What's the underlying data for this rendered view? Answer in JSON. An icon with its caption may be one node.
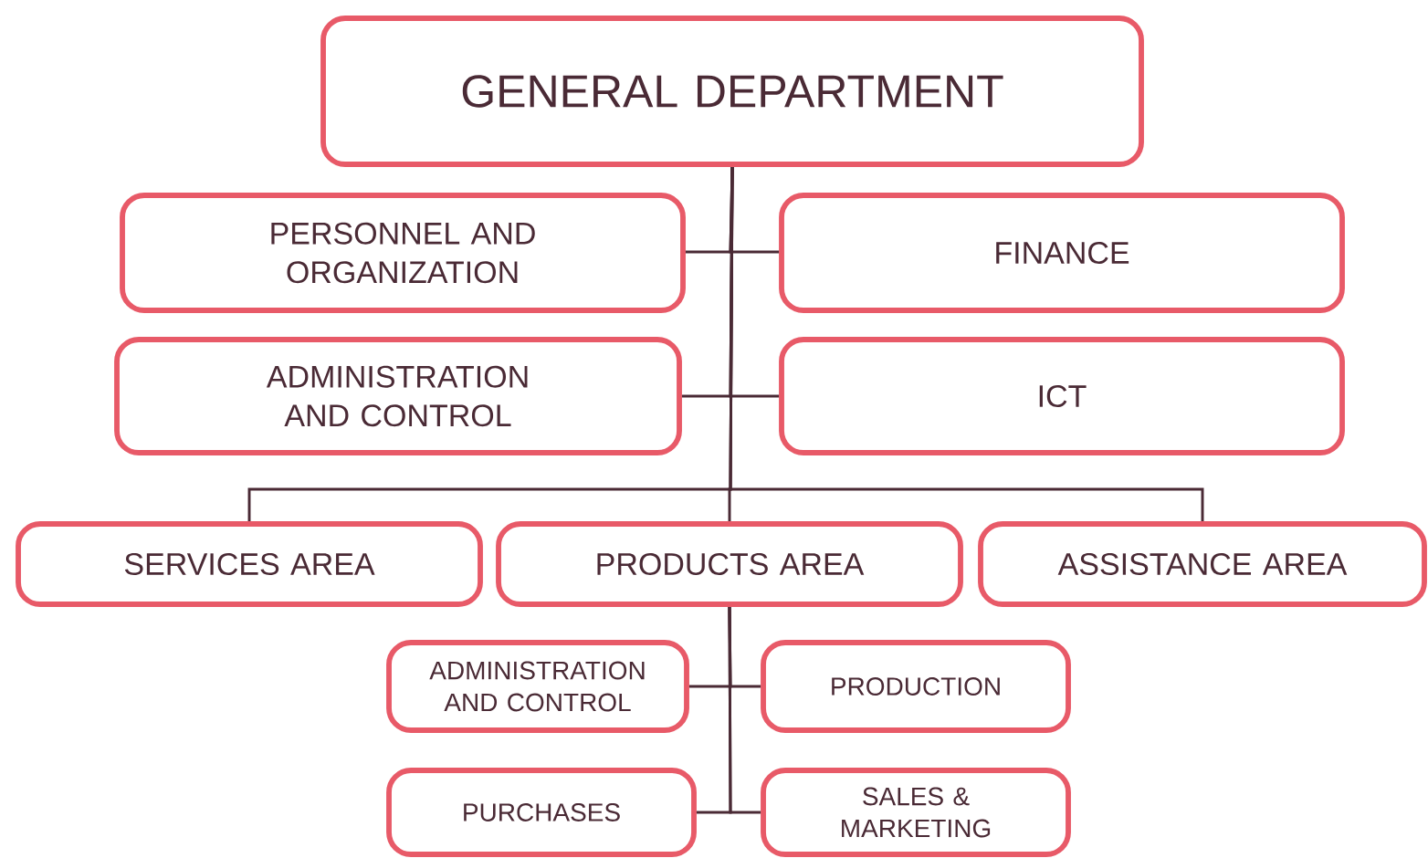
{
  "diagram": {
    "nodes": [
      {
        "text": [
          "GENERAL DEPARTMENT"
        ]
      },
      {
        "text": [
          "PERSONNEL AND ORGANIZATION"
        ]
      },
      {
        "text": [
          "FINANCE"
        ]
      },
      {
        "text": [
          "ADMINISTRATION AND CONTROL"
        ]
      },
      {
        "text": [
          "ICT"
        ]
      },
      {
        "text": [
          "SERVICES AREA"
        ]
      },
      {
        "text": [
          "PRODUCTS AREA"
        ]
      },
      {
        "text": [
          "ASSISTANCE AREA"
        ]
      },
      {
        "text": [
          "ADMINISTRATION AND CONTROL"
        ]
      },
      {
        "text": [
          "PRODUCTION"
        ]
      },
      {
        "text": [
          "PURCHASES"
        ]
      },
      {
        "text": [
          "SALES & MARKETING"
        ]
      }
    ],
    "edges": [
      {
        "from": 0,
        "to": 1,
        "arrow": "none"
      },
      {
        "from": 0,
        "to": 2,
        "arrow": "none"
      },
      {
        "from": 0,
        "to": 3,
        "arrow": "none"
      },
      {
        "from": 0,
        "to": 4,
        "arrow": "none"
      },
      {
        "from": 0,
        "to": 5,
        "arrow": "none"
      },
      {
        "from": 0,
        "to": 6,
        "arrow": "none"
      },
      {
        "from": 0,
        "to": 7,
        "arrow": "none"
      },
      {
        "from": 6,
        "to": 8,
        "arrow": "none"
      },
      {
        "from": 6,
        "to": 9,
        "arrow": "none"
      },
      {
        "from": 6,
        "to": 10,
        "arrow": "none"
      },
      {
        "from": 6,
        "to": 11,
        "arrow": "none"
      }
    ]
  }
}
